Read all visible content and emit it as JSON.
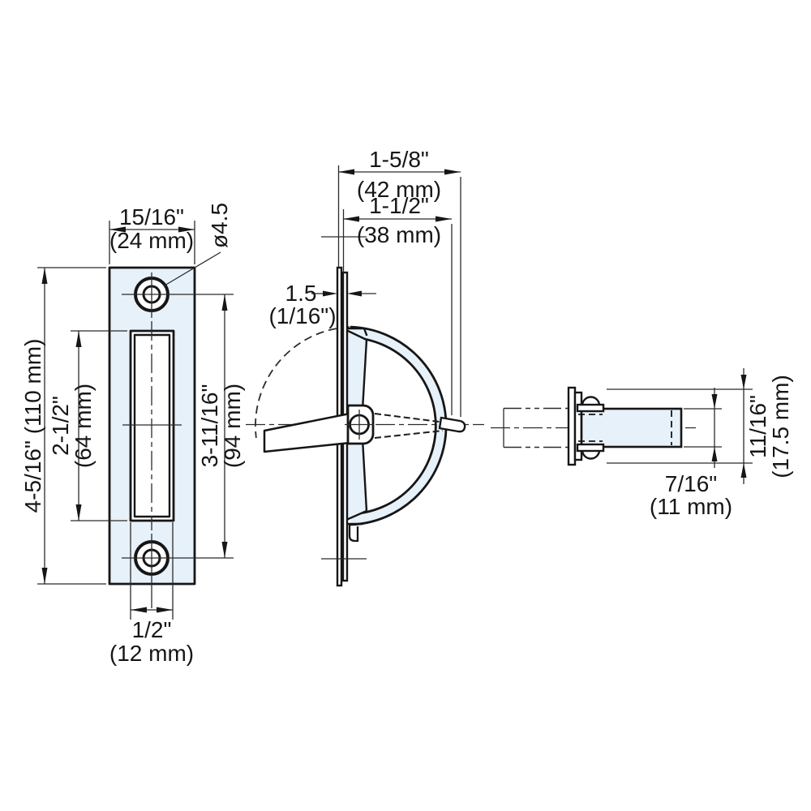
{
  "colors": {
    "part_fill": "#e7f1fa",
    "line": "#161616"
  },
  "front_view": {
    "width_in": "15/16\"",
    "width_mm": "(24 mm)",
    "hole_diameter": "ø4.5",
    "height": "4-5/16\" (110 mm)",
    "slot_height_in": "2-1/2\"",
    "slot_height_mm": "(64 mm)",
    "hole_spacing_in": "3-11/16\"",
    "hole_spacing_mm": "(94 mm)",
    "slot_width_in": "1/2\"",
    "slot_width_mm": "(12 mm)"
  },
  "side_view": {
    "depth_overall_in": "1-5/8\"",
    "depth_overall_mm": "(42 mm)",
    "depth_body_in": "1-1/2\"",
    "depth_body_mm": "(38 mm)",
    "thickness_mm": "1.5",
    "thickness_in": "(1/16\")"
  },
  "end_view": {
    "height_overall_in": "11/16\"",
    "height_overall_mm": "(17.5 mm)",
    "body_height_in": "7/16\"",
    "body_height_mm": "(11 mm)"
  }
}
